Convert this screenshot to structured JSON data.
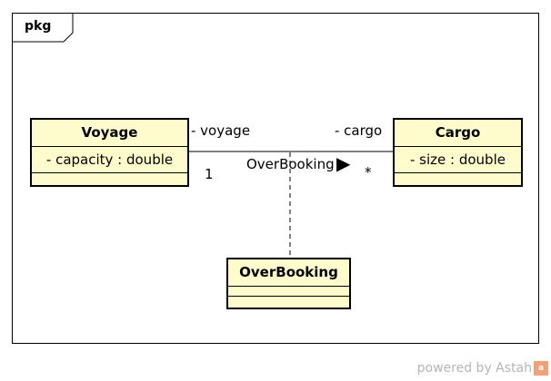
{
  "package": {
    "name": "pkg"
  },
  "classes": {
    "voyage": {
      "name": "Voyage",
      "attribute": "- capacity : double"
    },
    "cargo": {
      "name": "Cargo",
      "attribute": "- size : double"
    },
    "overbooking": {
      "name": "OverBooking"
    }
  },
  "association": {
    "name": "OverBooking",
    "direction_glyph": "▶",
    "voyage_role": "- voyage",
    "voyage_multiplicity": "1",
    "cargo_role": "- cargo",
    "cargo_multiplicity": "*"
  },
  "colors": {
    "class_fill": "#fefccc",
    "line": "#000000",
    "watermark": "#b5b5b5"
  },
  "watermark": {
    "text": "powered by Astah",
    "logo_text": "a"
  }
}
